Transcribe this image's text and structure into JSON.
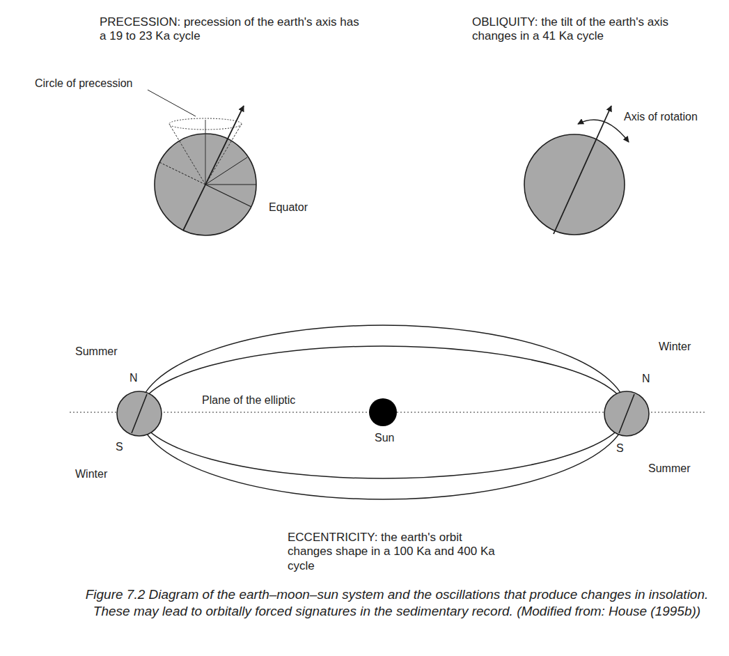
{
  "diagram": {
    "caption": "Figure 7.2 Diagram of the earth–moon–sun system and the oscillations that produce changes in insolation. These may lead to orbitally forced signatures in the sedimentary record. (Modified from: House (1995b))",
    "labels": [
      "PRECESSION: precession of the earth's axis has a 19 to 23 Ka cycle",
      "OBLIQUITY: the tilt of the earth's axis changes in a 41 Ka cycle",
      "Circle of precession",
      "Axis of rotation",
      "Equator",
      "Summer",
      "N",
      "S",
      "Winter",
      "Winter",
      "N",
      "S",
      "Summer",
      "Plane of the elliptic",
      "Sun",
      "ECCENTRICITY: the earth's orbit changes shape in a 100 Ka and 400 Ka cycle"
    ]
  }
}
